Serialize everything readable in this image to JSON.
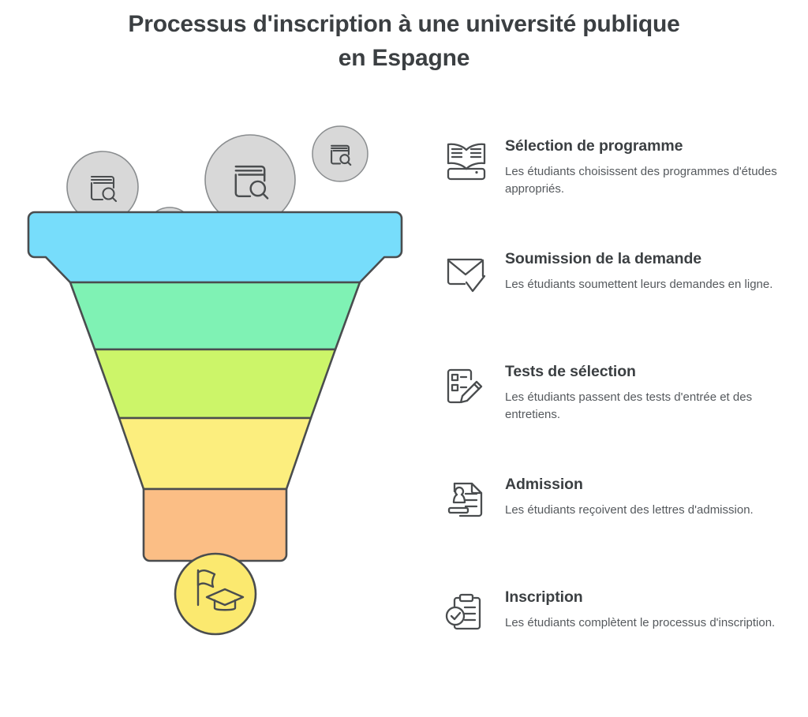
{
  "title": {
    "line1": "Processus d'inscription à une université publique",
    "line2": "en Espagne"
  },
  "colors": {
    "stage_1": "#77ddfb",
    "stage_2": "#7ff2b4",
    "stage_3": "#ccf569",
    "stage_4": "#fcee7e",
    "stage_5": "#fbbe85",
    "outcome_circle": "#fbe96f",
    "bubble_fill": "#d8d8d8",
    "outline": "#4a4d4f",
    "title_text": "#3b3f42",
    "body_text": "#55595d"
  },
  "funnel": {
    "stages": [
      {
        "id": "stage-1",
        "label": "Sélection de programme",
        "color": "#77ddfb"
      },
      {
        "id": "stage-2",
        "label": "Soumission de la demande",
        "color": "#7ff2b4"
      },
      {
        "id": "stage-3",
        "label": "Tests de sélection",
        "color": "#ccf569"
      },
      {
        "id": "stage-4",
        "label": "Admission",
        "color": "#fcee7e"
      },
      {
        "id": "stage-5",
        "label": "Inscription",
        "color": "#fbbe85"
      }
    ],
    "input_bubbles": [
      {
        "id": "bubble-1",
        "icon": "book-search-icon",
        "size": "medium"
      },
      {
        "id": "bubble-2",
        "icon": "book-search-icon",
        "size": "small"
      },
      {
        "id": "bubble-3",
        "icon": "book-search-icon",
        "size": "large"
      },
      {
        "id": "bubble-4",
        "icon": "book-search-icon",
        "size": "small-medium"
      }
    ],
    "outcome": {
      "id": "funnel-outcome",
      "icons": [
        "flag-icon",
        "graduation-cap-icon"
      ],
      "color": "#fbe96f"
    }
  },
  "steps": [
    {
      "icon": "open-book-icon",
      "title": "Sélection de programme",
      "desc": "Les étudiants choisissent des programmes d'études appropriés."
    },
    {
      "icon": "envelope-check-icon",
      "title": "Soumission de la demande",
      "desc": "Les étudiants soumettent leurs demandes en ligne."
    },
    {
      "icon": "form-pencil-icon",
      "title": "Tests de sélection",
      "desc": "Les étudiants passent des tests d'entrée et des entretiens."
    },
    {
      "icon": "document-stamp-icon",
      "title": "Admission",
      "desc": "Les étudiants reçoivent des lettres d'admission."
    },
    {
      "icon": "clipboard-check-icon",
      "title": "Inscription",
      "desc": "Les étudiants complètent le processus d'inscription."
    }
  ]
}
